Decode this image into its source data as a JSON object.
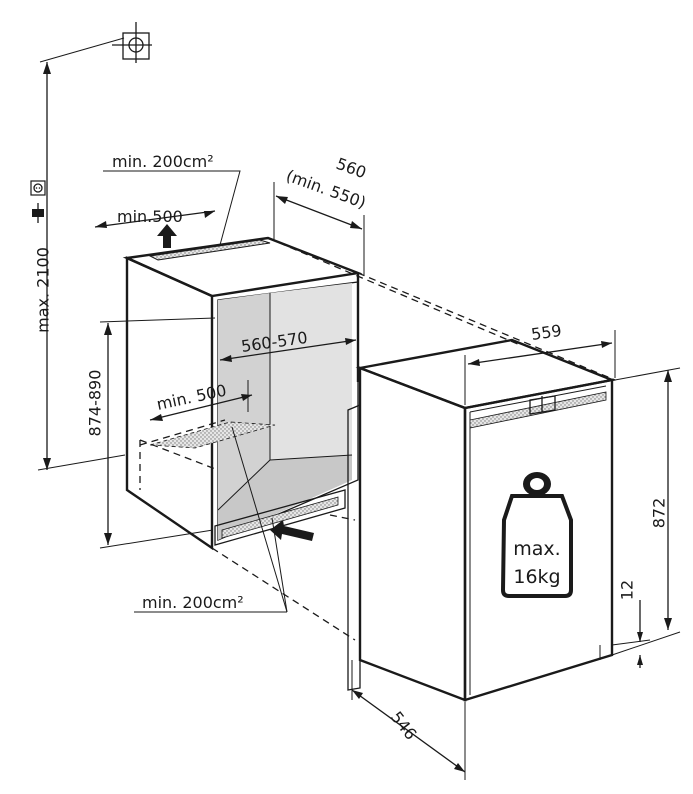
{
  "labels": {
    "max_height": "max. 2100",
    "vent_top": "min. 200cm²",
    "depth_top": "min.500",
    "cabinet_width": "560",
    "cabinet_width_min": "(min. 550)",
    "inner_width": "560-570",
    "niche_height": "874-890",
    "bottom_depth": "min. 500",
    "vent_bottom": "min. 200cm²",
    "appliance_width": "559",
    "appliance_height": "872",
    "plinth_height": "12",
    "appliance_depth": "546",
    "weight_line1": "max.",
    "weight_line2": "16kg"
  },
  "icons": {
    "water": "water-connection-icon",
    "socket": "power-socket-icon",
    "plug": "power-plug-icon",
    "weight": "weight-icon",
    "airflow": "airflow-arrow-icon"
  },
  "colors": {
    "line": "#1a1a1a",
    "inner_fill": "#d2d2d2",
    "vent_fill": "#c4c4c4"
  }
}
